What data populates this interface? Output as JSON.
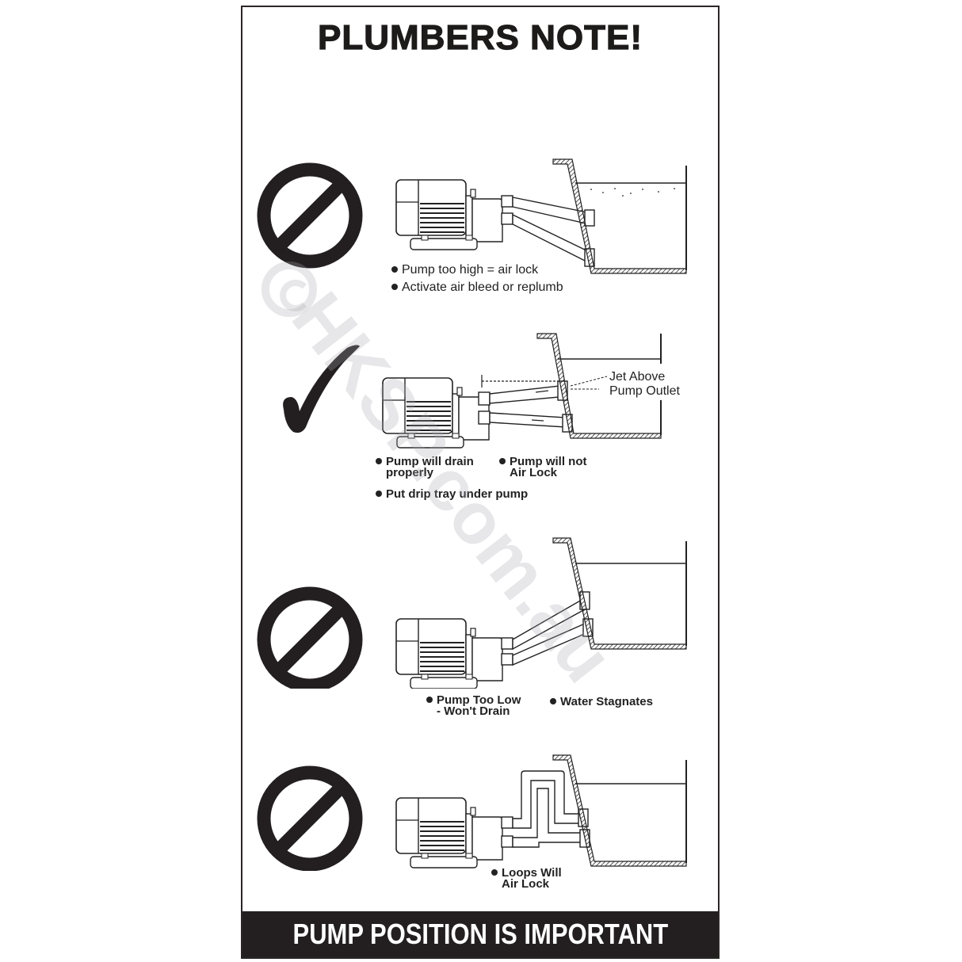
{
  "title": "PLUMBERS NOTE!",
  "footer": "PUMP POSITION IS IMPORTANT",
  "watermark": "HKSP.com.au",
  "panels": [
    {
      "status": "incorrect",
      "status_icon": "prohibited-icon",
      "notes": [
        "Pump too high = air lock",
        "Activate air bleed or replumb"
      ]
    },
    {
      "status": "correct",
      "status_icon": "checkmark-icon",
      "callout": [
        "Jet Above",
        "Pump Outlet"
      ],
      "notes": [
        {
          "line1": "Pump will drain",
          "line2": "properly"
        },
        {
          "line1": "Pump will not",
          "line2": "Air Lock"
        },
        {
          "line1": "Put drip tray under pump"
        }
      ]
    },
    {
      "status": "incorrect",
      "status_icon": "prohibited-icon",
      "notes": [
        {
          "line1": "Pump Too Low",
          "line2": "- Won't Drain"
        },
        {
          "line1": "Water Stagnates"
        }
      ]
    },
    {
      "status": "incorrect",
      "status_icon": "prohibited-icon",
      "notes": [
        {
          "line1": "Loops Will",
          "line2": "Air Lock"
        }
      ]
    }
  ],
  "colors": {
    "ink": "#231f20",
    "background": "#ffffff",
    "watermark": "#aaaaaf"
  }
}
